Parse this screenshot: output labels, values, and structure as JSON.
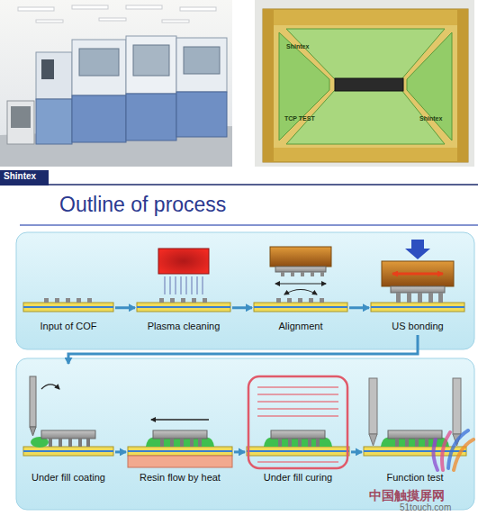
{
  "diagram": {
    "title": "Outline of process",
    "nodes": [
      {
        "text": [
          "Input of COF"
        ]
      },
      {
        "text": [
          "Plasma cleaning"
        ]
      },
      {
        "text": [
          "Alignment"
        ]
      },
      {
        "text": [
          "US bonding"
        ]
      },
      {
        "text": [
          "Under fill coating"
        ]
      },
      {
        "text": [
          "Resin flow by heat"
        ]
      },
      {
        "text": [
          "Under fill curing"
        ]
      },
      {
        "text": [
          "Function test"
        ]
      }
    ],
    "edges": [
      {
        "from": 0,
        "to": 1,
        "arrow": "to"
      },
      {
        "from": 1,
        "to": 2,
        "arrow": "to"
      },
      {
        "from": 2,
        "to": 3,
        "arrow": "to"
      },
      {
        "from": 3,
        "to": 4,
        "arrow": "to"
      },
      {
        "from": 4,
        "to": 5,
        "arrow": "to"
      },
      {
        "from": 5,
        "to": 6,
        "arrow": "to"
      },
      {
        "from": 6,
        "to": 7,
        "arrow": "to"
      }
    ],
    "labels": [
      "Shintex",
      "Shintex",
      "TCP TEST",
      "Shintex",
      "中国触摸屏网",
      "51touch.com"
    ]
  }
}
